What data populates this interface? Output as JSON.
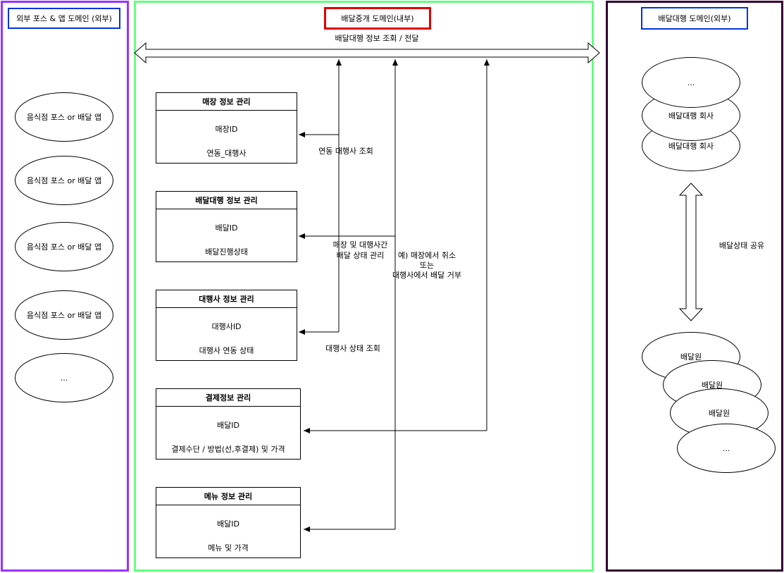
{
  "left_domain": {
    "title": "외부 포스 & 앱 도메인 (외부)",
    "items": [
      "음식점 포스 or 배달 앱",
      "음식점 포스 or 배달 앱",
      "음식점 포스 or 배달 앱",
      "음식점 포스 or 배달 앱",
      "..."
    ]
  },
  "center_domain": {
    "title": "배달중개 도메인(내부)",
    "top_arrow_label": "배달대행 정보 조회 / 전달",
    "entities": [
      {
        "title": "매장 정보 관리",
        "fields": [
          "매장ID",
          "연동_대행사"
        ]
      },
      {
        "title": "배달대행 정보 관리",
        "fields": [
          "배달ID",
          "배달진행상태"
        ]
      },
      {
        "title": "대행사 정보 관리",
        "fields": [
          "대행사ID",
          "대행사 연동 상태"
        ]
      },
      {
        "title": "결제정보 관리",
        "fields": [
          "배달ID",
          "결제수단 / 방법(선,후결제) 및 가격"
        ]
      },
      {
        "title": "메뉴 정보 관리",
        "fields": [
          "배달ID",
          "메뉴 및 가격"
        ]
      }
    ],
    "labels": {
      "store_agency_lookup": "연동 대행사 조회",
      "delivery_state_mgmt_line1": "매장 및 대행사간",
      "delivery_state_mgmt_line2": "배달 상태 관리",
      "example_line1": "예) 매장에서 취소",
      "example_line2": "또는",
      "example_line3": "대행사에서 배달 거부",
      "agency_state_lookup": "대행사 상태 조회"
    }
  },
  "right_domain": {
    "title": "배달대행 도메인(외부)",
    "companies": [
      "...",
      "배달대행 회사",
      "배달대행 회사"
    ],
    "share_label": "배달상태 공유",
    "riders": [
      "배달원",
      "배달원",
      "배달원",
      "..."
    ]
  },
  "colors": {
    "left_border": "#9933ff",
    "center_border": "#66ff80",
    "right_border": "#330033",
    "center_title_border": "#e00000",
    "side_title_border": "#0033e0"
  }
}
